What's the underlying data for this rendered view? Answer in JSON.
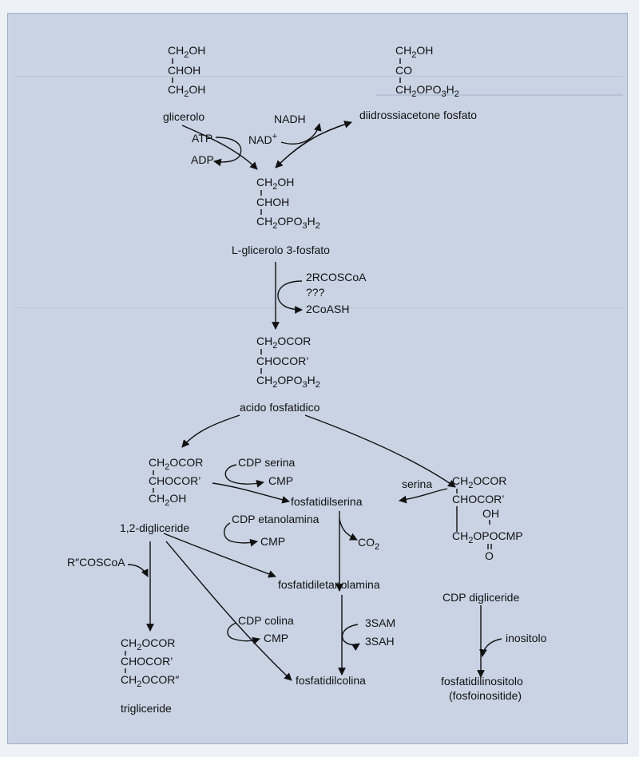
{
  "structures": {
    "glycerol": {
      "l1": "CH",
      "s1": "2",
      "l1b": "OH",
      "l2": "CHOH",
      "l3": "CH",
      "s3": "2",
      "l3b": "OH",
      "name": "glicerolo"
    },
    "dhap": {
      "l1": "CH",
      "s1": "2",
      "l1b": "OH",
      "l2": "CO",
      "l3": "CH",
      "s3": "2",
      "l3b": "OPO",
      "s3b": "3",
      "l3c": "H",
      "s3c": "2",
      "name": "diidrossiacetone fosfato"
    },
    "g3p": {
      "l1": "CH",
      "s1": "2",
      "l1b": "OH",
      "l2": "CHOH",
      "l3": "CH",
      "s3": "2",
      "l3b": "OPO",
      "s3b": "3",
      "l3c": "H",
      "s3c": "2",
      "name": "L-glicerolo 3-fosfato"
    },
    "pa": {
      "l1": "CH",
      "s1": "2",
      "l1b": "OCOR",
      "l2": "CHOCOR’",
      "l3": "CH",
      "s3": "2",
      "l3b": "OPO",
      "s3b": "3",
      "l3c": "H",
      "s3c": "2",
      "name": "acido fosfatidico"
    },
    "dag": {
      "l1": "CH",
      "s1": "2",
      "l1b": "OCOR",
      "l2": "CHOCOR’",
      "l3": "CH",
      "s3": "2",
      "l3b": "OH",
      "name": "1,2-digliceride"
    },
    "cdpdag": {
      "l1": "CH",
      "s1": "2",
      "l1b": "OCOR",
      "l2": "CHOCOR’",
      "l3": "OH",
      "l4": "CH",
      "s4": "2",
      "l4b": "OPOCMP",
      "l5": "O",
      "name": "CDP digliceride"
    },
    "tag": {
      "l1": "CH",
      "s1": "2",
      "l1b": "OCOR",
      "l2": "CHOCOR’",
      "l3": "CH",
      "s3": "2",
      "l3b": "OCOR″",
      "name": "trigliceride"
    }
  },
  "products": {
    "ps": "fosfatidilserina",
    "pe": "fosfatidiletanolamina",
    "pc": "fosfatidilcolina",
    "pi": "fosfatidilinositolo",
    "pi_alt": "(fosfoinositide)"
  },
  "reagents": {
    "nadh": "NADH",
    "nad": "NAD",
    "nad_sup": "+",
    "atp": "ATP",
    "adp": "ADP",
    "acyl": "2RCOSCoA",
    "unknown": "???",
    "coash": "2CoASH",
    "cdp_serina": "CDP serina",
    "cmp1": "CMP",
    "serina": "serina",
    "cdp_etanolamina": "CDP etanolamina",
    "cmp2": "CMP",
    "co": "CO",
    "co_sub": "2",
    "acyl3": "R″COSCoA",
    "cdp_colina": "CDP colina",
    "cmp3": "CMP",
    "sam": "3SAM",
    "sah": "3SAH",
    "inositolo": "inositolo"
  }
}
